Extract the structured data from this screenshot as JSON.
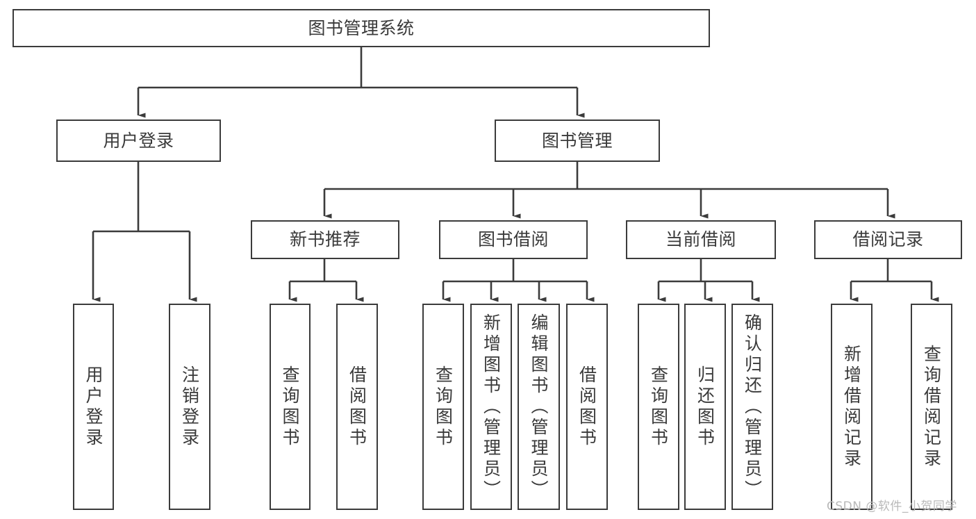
{
  "diagram": {
    "title": "图书管理系统",
    "type": "tree-hierarchy",
    "root": {
      "label": "图书管理系统"
    },
    "level2": [
      {
        "label": "用户登录"
      },
      {
        "label": "图书管理"
      }
    ],
    "level3": [
      {
        "label": "新书推荐"
      },
      {
        "label": "图书借阅"
      },
      {
        "label": "当前借阅"
      },
      {
        "label": "借阅记录"
      }
    ],
    "leaves": {
      "user_login": [
        {
          "label": "用户登录"
        },
        {
          "label": "注销登录"
        }
      ],
      "new_book_recommend": [
        {
          "label": "查询图书"
        },
        {
          "label": "借阅图书"
        }
      ],
      "book_borrow": [
        {
          "label": "查询图书"
        },
        {
          "label": "新增图书（管理员）"
        },
        {
          "label": "编辑图书（管理员）"
        },
        {
          "label": "借阅图书"
        }
      ],
      "current_borrow": [
        {
          "label": "查询图书"
        },
        {
          "label": "归还图书"
        },
        {
          "label": "确认归还（管理员）"
        }
      ],
      "borrow_record": [
        {
          "label": "新增借阅记录"
        },
        {
          "label": "查询借阅记录"
        }
      ]
    }
  },
  "watermark": {
    "text": "CSDN @软件_小贺同学"
  },
  "colors": {
    "stroke": "#3b3b3b",
    "text": "#3a3a3a",
    "background": "#ffffff",
    "watermark": "#b9b9b9"
  }
}
